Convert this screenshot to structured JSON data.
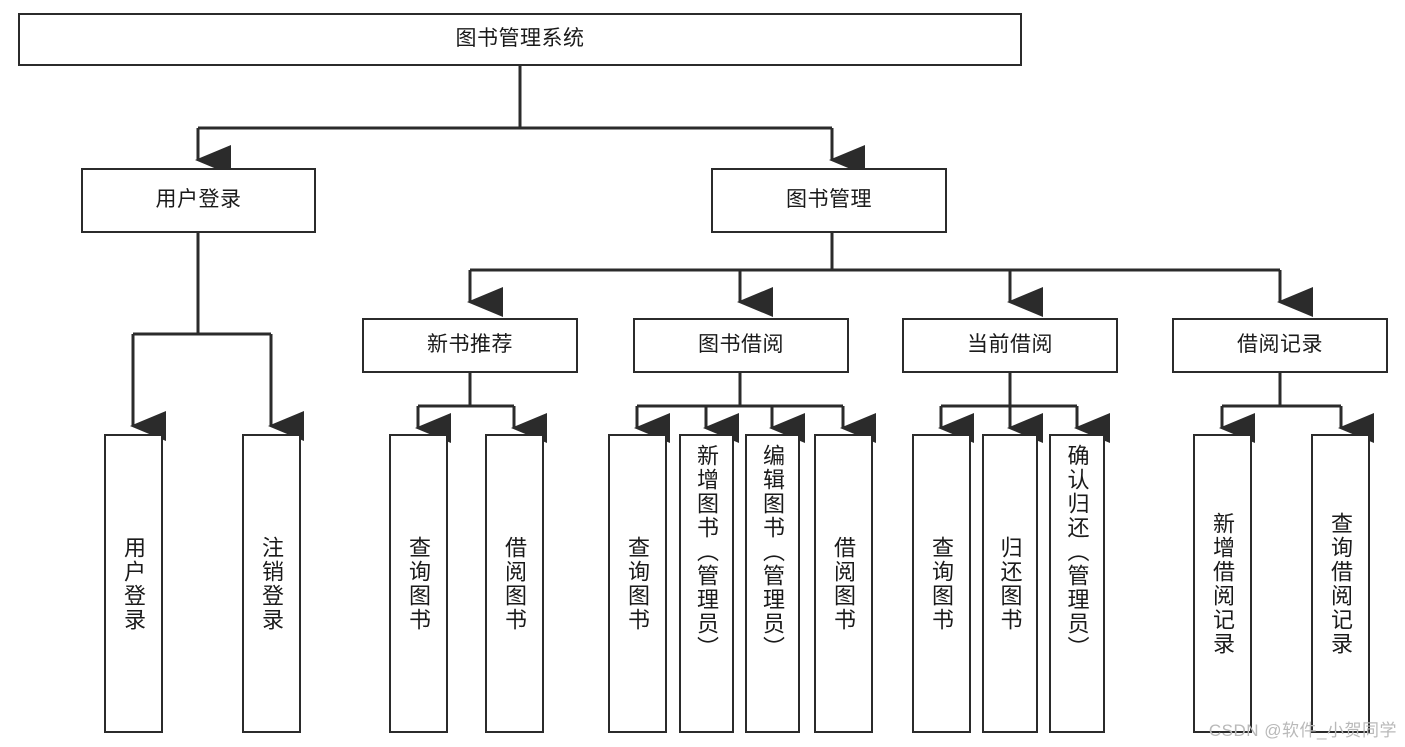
{
  "diagram": {
    "title": "图书管理系统",
    "type": "tree-hierarchy-diagram",
    "root": {
      "id": "root",
      "label": "图书管理系统"
    },
    "level2": [
      {
        "id": "user-login",
        "label": "用户登录"
      },
      {
        "id": "book-manage",
        "label": "图书管理"
      }
    ],
    "level3": [
      {
        "id": "new-book-rec",
        "label": "新书推荐",
        "parent": "book-manage"
      },
      {
        "id": "book-borrow",
        "label": "图书借阅",
        "parent": "book-manage"
      },
      {
        "id": "current-borrow",
        "label": "当前借阅",
        "parent": "book-manage"
      },
      {
        "id": "borrow-record",
        "label": "借阅记录",
        "parent": "book-manage"
      }
    ],
    "leaves": [
      {
        "id": "leaf-user-login",
        "label": "用户登录",
        "parent": "user-login"
      },
      {
        "id": "leaf-logout",
        "label": "注销登录",
        "parent": "user-login"
      },
      {
        "id": "leaf-query-book-1",
        "label": "查询图书",
        "parent": "new-book-rec"
      },
      {
        "id": "leaf-borrow-book-1",
        "label": "借阅图书",
        "parent": "new-book-rec"
      },
      {
        "id": "leaf-query-book-2",
        "label": "查询图书",
        "parent": "book-borrow"
      },
      {
        "id": "leaf-add-book",
        "label": "新增图书（管理员）",
        "parent": "book-borrow"
      },
      {
        "id": "leaf-edit-book",
        "label": "编辑图书（管理员）",
        "parent": "book-borrow"
      },
      {
        "id": "leaf-borrow-book-2",
        "label": "借阅图书",
        "parent": "book-borrow"
      },
      {
        "id": "leaf-query-book-3",
        "label": "查询图书",
        "parent": "current-borrow"
      },
      {
        "id": "leaf-return-book",
        "label": "归还图书",
        "parent": "current-borrow"
      },
      {
        "id": "leaf-confirm-return",
        "label": "确认归还（管理员）",
        "parent": "current-borrow"
      },
      {
        "id": "leaf-add-record",
        "label": "新增借阅记录",
        "parent": "borrow-record"
      },
      {
        "id": "leaf-query-record",
        "label": "查询借阅记录",
        "parent": "borrow-record"
      }
    ]
  },
  "watermark": {
    "text": "CSDN @软件_小贺同学"
  },
  "colors": {
    "stroke": "#2b2b2b",
    "background": "#ffffff",
    "text": "#1a1a1a",
    "watermark": "#b9b9b9"
  }
}
